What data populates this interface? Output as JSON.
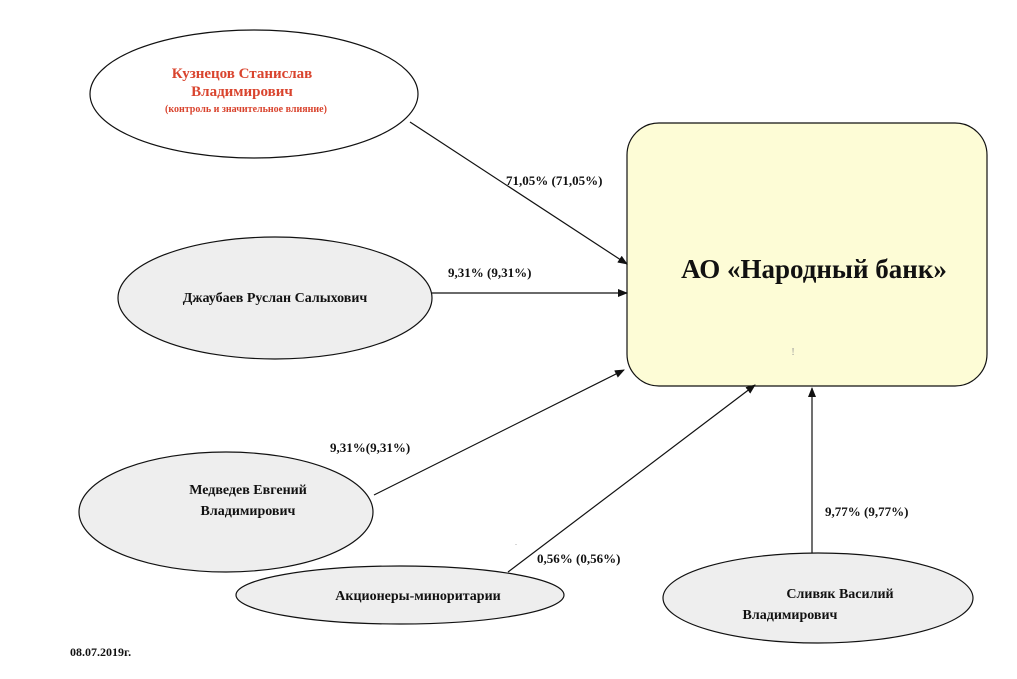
{
  "bank": {
    "title": "АО «Народный банк»",
    "mark": "!"
  },
  "owners": {
    "kuznetsov": {
      "name_line1": "Кузнецов Станислав",
      "name_line2": "Владимирович",
      "note": "(контроль и значительное влияние)",
      "share": "71,05%  (71,05%)"
    },
    "dzhaubaev": {
      "name": "Джаубаев  Руслан  Салыхович",
      "share": "9,31%   (9,31%)"
    },
    "medvedev": {
      "name_line1": "Медведев Евгений",
      "name_line2": "Владимирович",
      "share": "9,31%(9,31%)"
    },
    "minority": {
      "name": "Акционеры-миноритарии",
      "share": "0,56%  (0,56%)"
    },
    "slivyak": {
      "name_line1": "Сливяк  Василий",
      "name_line2": "Владимирович",
      "share": "9,77%   (9,77%)"
    }
  },
  "date": "08.07.2019г.",
  "colors": {
    "owner_fill": "#eeeeee",
    "bank_fill": "#fdfcd6",
    "highlight_text": "#d9442e"
  }
}
